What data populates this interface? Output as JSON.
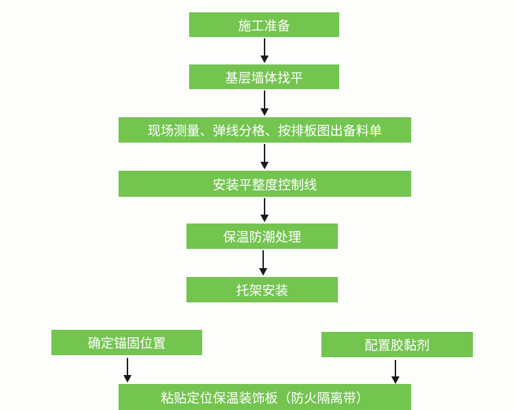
{
  "colors": {
    "box": "#74c450",
    "text": "#ffffff",
    "arrow": "#1a1a1a"
  },
  "steps": [
    "施工准备",
    "基层墙体找平",
    "现场测量、弹线分格、按排板图出备料单",
    "安装平整度控制线",
    "保温防潮处理",
    "托架安装",
    "确定锚固位置",
    "配置胶黏剂",
    "粘贴定位保温装饰板（防火隔离带）"
  ]
}
